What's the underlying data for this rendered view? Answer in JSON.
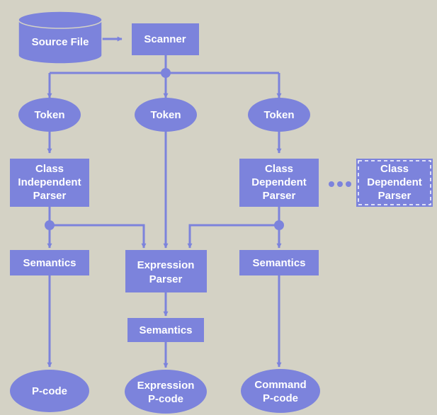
{
  "colors": {
    "node": "#7c83dc",
    "line": "#7c83dc",
    "text": "#ffffff",
    "background": "#d4d2c5",
    "dashed_border": "#ffffff"
  },
  "nodes": {
    "source_file": "Source File",
    "scanner": "Scanner",
    "token_left": "Token",
    "token_center": "Token",
    "token_right": "Token",
    "class_independent_parser": [
      "Class",
      "Independent",
      "Parser"
    ],
    "class_dependent_parser": [
      "Class",
      "Dependent",
      "Parser"
    ],
    "class_dependent_parser_extra": [
      "Class",
      "Dependent",
      "Parser"
    ],
    "semantics_left": "Semantics",
    "expression_parser": [
      "Expression",
      "Parser"
    ],
    "semantics_right": "Semantics",
    "semantics_center": "Semantics",
    "pcode_left": "P-code",
    "expression_pcode": [
      "Expression",
      "P-code"
    ],
    "command_pcode": [
      "Command",
      "P-code"
    ]
  }
}
